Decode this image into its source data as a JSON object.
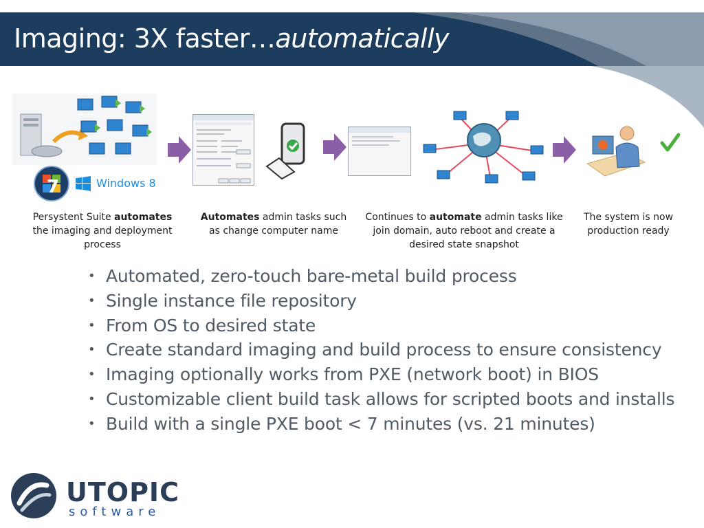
{
  "title": {
    "main": "Imaging: 3X faster…",
    "emphasis": "automatically"
  },
  "colors": {
    "banner": "#1c3c5e",
    "accent_arrow": "#8b5fa8",
    "text": "#505a64",
    "logo": "#2a3e57"
  },
  "steps": [
    {
      "icon": "server-to-clients-icon",
      "badges": {
        "windows7": "7",
        "windows8": "Windows 8"
      },
      "caption_pre": "Persystent Suite ",
      "caption_bold": "automates",
      "caption_post": " the imaging and deployment process"
    },
    {
      "icon": "system-properties-dialog-icon",
      "caption_pre": "",
      "caption_bold": "Automates",
      "caption_post": " admin tasks such as change computer name"
    },
    {
      "icon": "network-join-icon",
      "caption_pre": "Continues to ",
      "caption_bold": "automate",
      "caption_post": " admin tasks like join domain, auto reboot and create a desired state snapshot"
    },
    {
      "icon": "user-at-workstation-icon",
      "caption_pre": "",
      "caption_bold": "",
      "caption_post": "The system is now production ready"
    }
  ],
  "bullets": [
    "Automated, zero-touch bare-metal build process",
    "Single instance file repository",
    "From OS to desired state",
    "Create standard imaging and build process to ensure consistency",
    "Imaging optionally works from PXE (network boot) in BIOS",
    "Customizable client build task allows for scripted boots and installs",
    "Build with a single PXE boot < 7 minutes (vs. 21 minutes)"
  ],
  "logo": {
    "name": "UTOPIC",
    "sub": "software"
  }
}
